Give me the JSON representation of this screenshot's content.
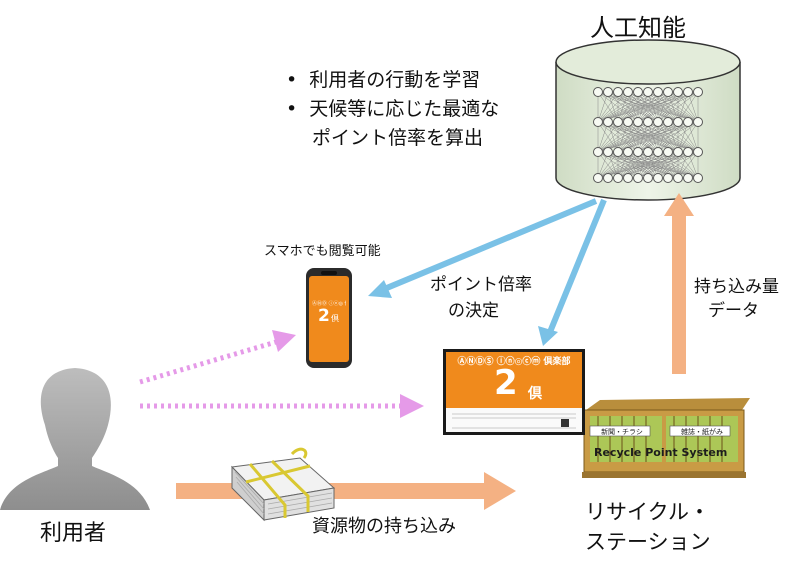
{
  "ai": {
    "title": "人工知能",
    "bullets": [
      "利用者の行動を学習",
      "天候等に応じた最適な",
      "ポイント倍率を算出"
    ]
  },
  "smartphone": {
    "caption": "スマホでも閲覧可能",
    "screen_header": "ⒶⓃⒹ ⓘⓝ◎ 倶楽部",
    "screen_value": "2",
    "screen_unit": "倶"
  },
  "display": {
    "header": "ⒶⓃⒹⓈ ⓘⓝ◎ⓒⓜ 倶楽部",
    "value": "2",
    "unit": "倶"
  },
  "labels": {
    "point_decision_line1": "ポイント倍率",
    "point_decision_line2": "の決定",
    "data_line1": "持ち込み量",
    "data_line2": "データ",
    "user": "利用者",
    "carry_in": "資源物の持ち込み",
    "station_line1": "リサイクル・",
    "station_line2": "ステーション"
  },
  "station": {
    "sign_main": "Recycle Point System",
    "tag_left": "新聞・チラシ",
    "tag_right": "雑誌・紙がみ"
  },
  "colors": {
    "ai_arrow": "#7ac1e6",
    "data_arrow": "#f4b183",
    "carry_arrow": "#f4b183",
    "dotted_arrow": "#e59ae8",
    "orange_screen": "#f08a1c"
  }
}
